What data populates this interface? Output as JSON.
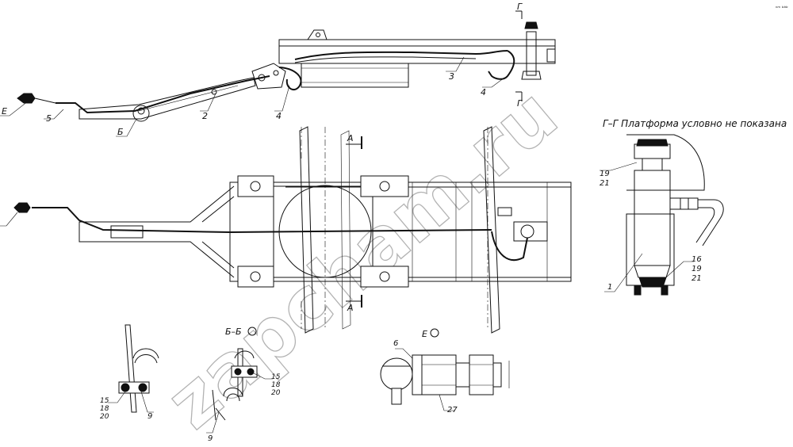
{
  "drawing": {
    "section_gg_title": "Г–Г  Платформа условно не показана",
    "section_bb_title": "Б–Б",
    "view_e_title": "Е",
    "section_marker_g": "Г",
    "section_marker_a": "А",
    "view_marker_b": "Б",
    "view_marker_e": "Е",
    "corner_mark": "ⁿᵐ ᵇᵇᵇ",
    "watermark": "zapcham.ru"
  },
  "callouts": {
    "side_view": [
      "5",
      "2",
      "4",
      "3",
      "4"
    ],
    "gg_view": [
      "19",
      "21",
      "16",
      "19",
      "21",
      "1"
    ],
    "bottom_left": [
      "15",
      "18",
      "20",
      "9"
    ],
    "bb_view": [
      "15",
      "18",
      "20",
      "9"
    ],
    "e_view": [
      "6",
      "27"
    ]
  }
}
